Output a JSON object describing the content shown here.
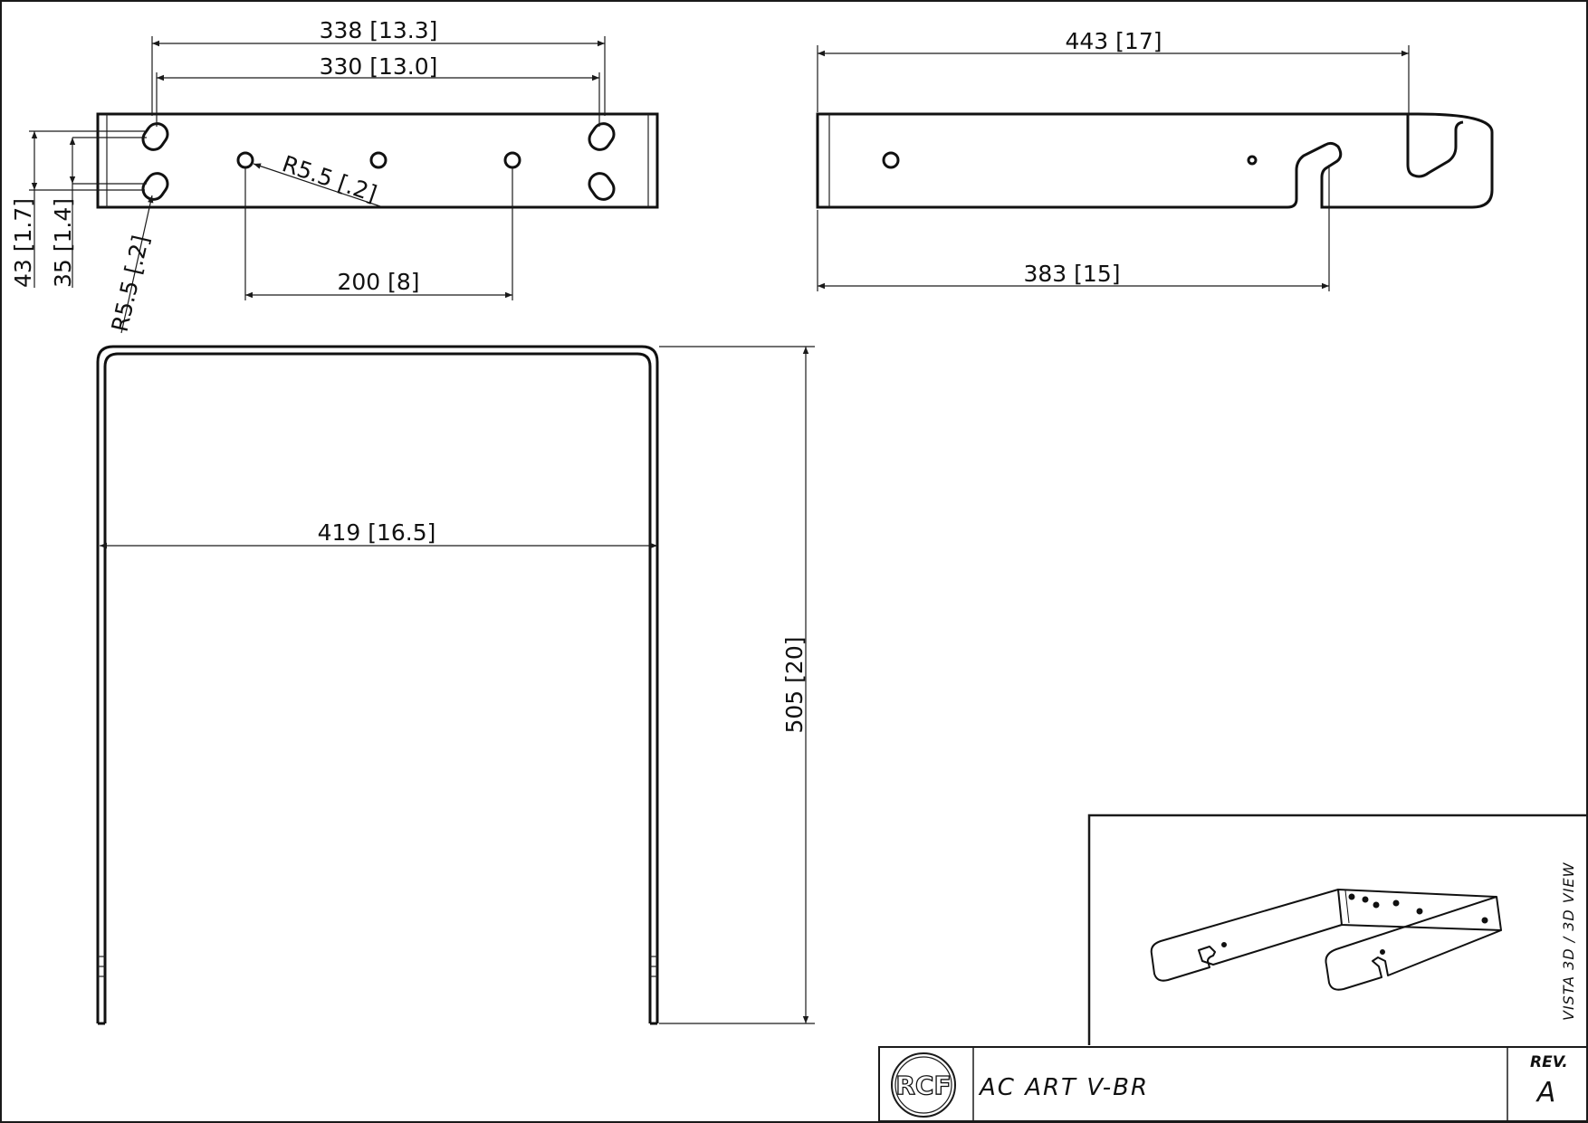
{
  "dimensions": {
    "top_overall": "338 [13.3]",
    "top_holes": "330 [13.0]",
    "hole_spacing_center": "200 [8]",
    "radius_center": "R5.5 [.2]",
    "radius_slot": "R5.5 [.2]",
    "vert_outer": "43 [1.7]",
    "vert_inner": "35 [1.4]",
    "side_length": "443 [17]",
    "side_hook": "383 [15]",
    "front_width": "419 [16.5]",
    "front_height": "505 [20]"
  },
  "view_3d": {
    "label": "VISTA 3D / 3D VIEW"
  },
  "title_block": {
    "logo": "RCF",
    "part_name": "AC ART V-BR",
    "rev_label": "REV.",
    "rev_value": "A"
  }
}
